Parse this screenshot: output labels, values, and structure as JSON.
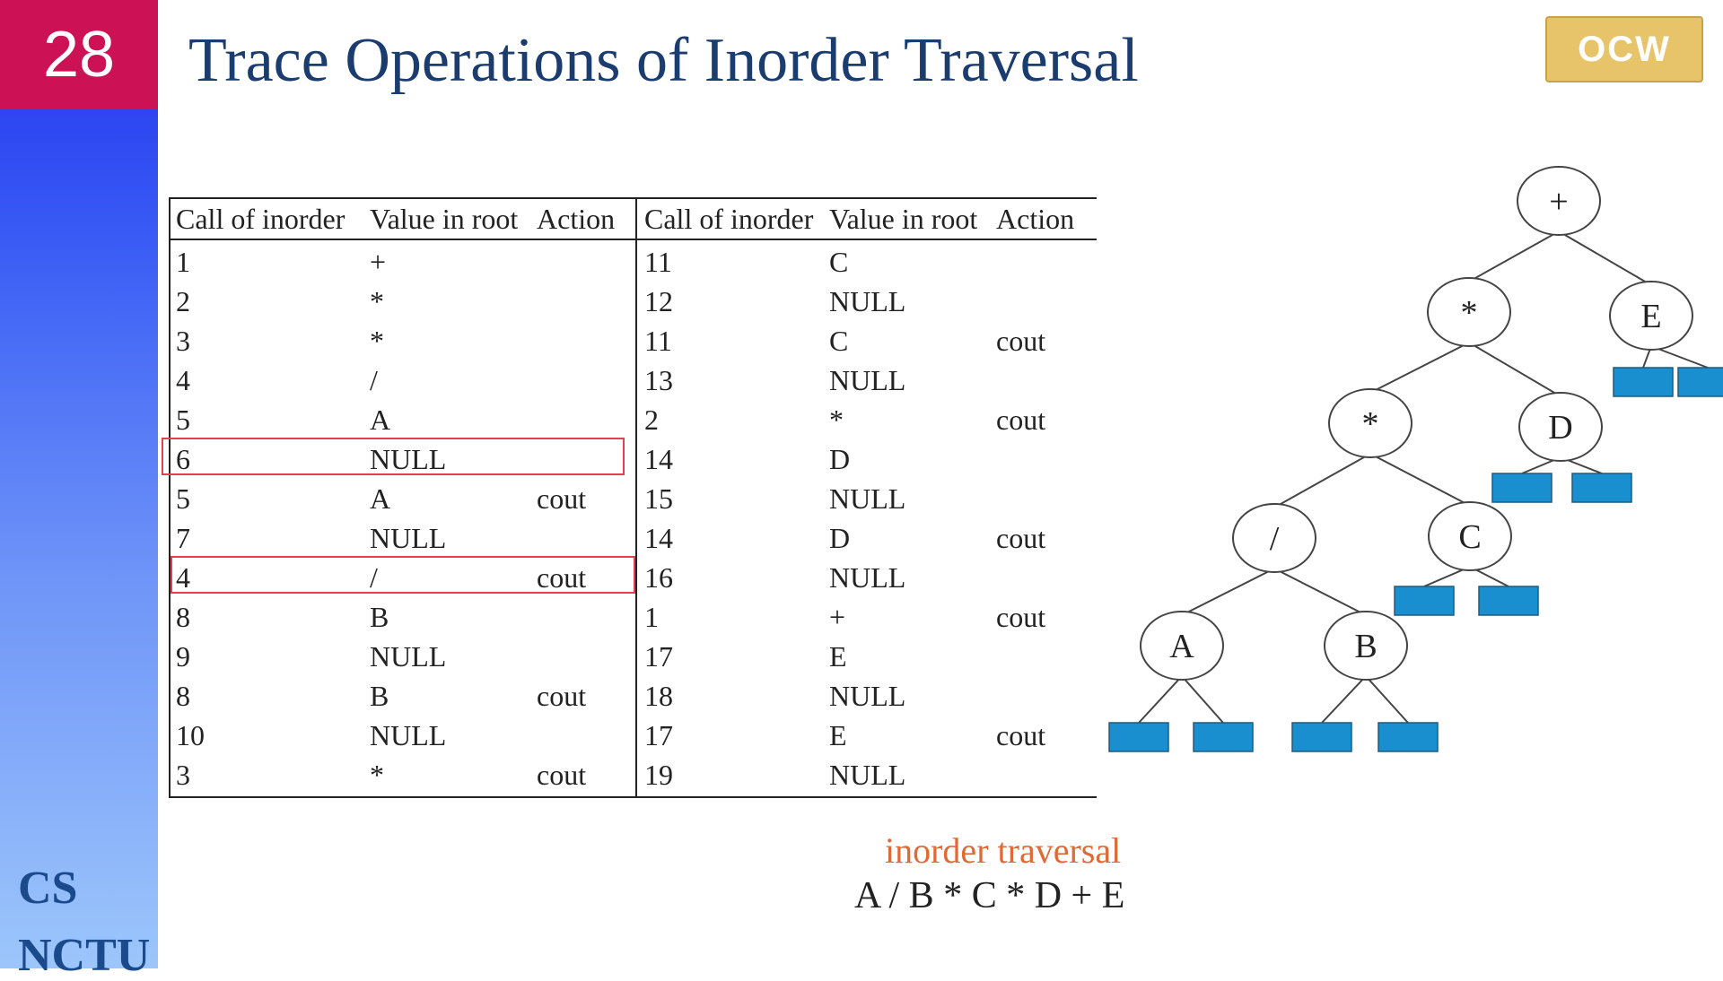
{
  "slide_number": "28",
  "title": "Trace Operations of Inorder Traversal",
  "logo_text": "OCW",
  "sidebar": {
    "cs": "CS",
    "nctu": "NCTU"
  },
  "table": {
    "headers": [
      "Call of inorder",
      "Value in root",
      "Action"
    ],
    "left_rows": [
      [
        "1",
        "+",
        ""
      ],
      [
        "2",
        "*",
        ""
      ],
      [
        "3",
        "*",
        ""
      ],
      [
        "4",
        "/",
        ""
      ],
      [
        "5",
        "A",
        ""
      ],
      [
        "6",
        "NULL",
        ""
      ],
      [
        "5",
        "A",
        "cout"
      ],
      [
        "7",
        "NULL",
        ""
      ],
      [
        "4",
        "/",
        "cout"
      ],
      [
        "8",
        "B",
        ""
      ],
      [
        "9",
        "NULL",
        ""
      ],
      [
        "8",
        "B",
        "cout"
      ],
      [
        "10",
        "NULL",
        ""
      ],
      [
        "3",
        "*",
        "cout"
      ]
    ],
    "right_rows": [
      [
        "11",
        "C",
        ""
      ],
      [
        "12",
        "NULL",
        ""
      ],
      [
        "11",
        "C",
        "cout"
      ],
      [
        "13",
        "NULL",
        ""
      ],
      [
        "2",
        "*",
        "cout"
      ],
      [
        "14",
        "D",
        ""
      ],
      [
        "15",
        "NULL",
        ""
      ],
      [
        "14",
        "D",
        "cout"
      ],
      [
        "16",
        "NULL",
        ""
      ],
      [
        "1",
        "+",
        "cout"
      ],
      [
        "17",
        "E",
        ""
      ],
      [
        "18",
        "NULL",
        ""
      ],
      [
        "17",
        "E",
        "cout"
      ],
      [
        "19",
        "NULL",
        ""
      ]
    ]
  },
  "caption": {
    "label": "inorder traversal",
    "expression": "A / B * C * D + E"
  },
  "tree": {
    "nodes": [
      {
        "id": "plus",
        "label": "+"
      },
      {
        "id": "mul1",
        "label": "*"
      },
      {
        "id": "E",
        "label": "E"
      },
      {
        "id": "mul2",
        "label": "*"
      },
      {
        "id": "D",
        "label": "D"
      },
      {
        "id": "div",
        "label": "/"
      },
      {
        "id": "C",
        "label": "C"
      },
      {
        "id": "A",
        "label": "A"
      },
      {
        "id": "B",
        "label": "B"
      }
    ]
  },
  "colors": {
    "slide_number_bg": "#cc1155",
    "title": "#1b3c6e",
    "highlight": "#e04050",
    "caption_label": "#e06a35",
    "null_leaf": "#1a8fcf"
  }
}
